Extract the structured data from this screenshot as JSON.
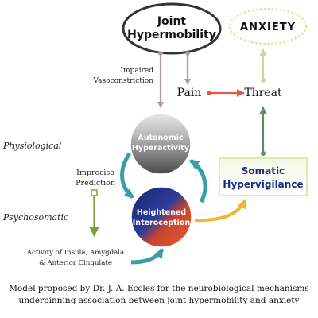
{
  "nodes": {
    "joint_hypermobility": [
      "Joint",
      "Hypermobility"
    ],
    "anxiety": "ANXIETY",
    "pain": "Pain",
    "threat": "Threat",
    "autonomic_hyperactivity": [
      "Autonomic",
      "Hyperactivity"
    ],
    "somatic_hypervigilance": [
      "Somatic",
      "Hypervigilance"
    ],
    "heightened_interoception": [
      "Heightened",
      "Interoception"
    ]
  },
  "labels": {
    "impaired_vasoconstriction": [
      "Impaired",
      "Vasoconstriction"
    ],
    "imprecise_prediction": [
      "Imprecise",
      "Prediction"
    ],
    "brain_activity": [
      "Activity of Insula, Amygdala",
      "& Anterior Cingulate"
    ],
    "physiological": "Physiological",
    "psychosomatic": "Psychosomatic"
  },
  "caption": [
    "Model proposed by Dr. J. A. Eccles for the neurobiological mechanisms",
    "underpinning association between joint hypermobility and anxiety"
  ],
  "colors": {
    "mauve_arrow": "#b8939a",
    "pain_arrow": "#e0584b",
    "anxiety_arrow": "#c9d89a",
    "green_arrow": "#5c8c6a",
    "teal_arrow": "#3a9ea6",
    "yellow_arrow": "#f2b531",
    "olive_arrow": "#7fa13c",
    "anxiety_border": "#d6e58a",
    "hypervigilance_text": "#1a2d8c"
  }
}
